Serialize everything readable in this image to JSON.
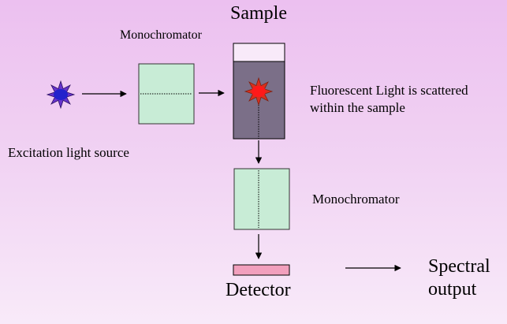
{
  "labels": {
    "sample": "Sample",
    "monochromator_top": "Monochromator",
    "fluorescence_line1": "Fluorescent Light is scattered",
    "fluorescence_line2": "within the sample",
    "excitation_source": "Excitation light source",
    "monochromator_bottom": "Monochromator",
    "detector": "Detector",
    "spectral_line1": "Spectral",
    "spectral_line2": "output"
  },
  "colors": {
    "monochromator_fill": "#c8ecd6",
    "cuvette_liquid": "#7b6f88",
    "cuvette_top": "#f8eaf9",
    "excitation_star": "#6633cc",
    "excitation_core": "#2222cc",
    "emission_star": "#d8301f",
    "emission_core": "#ff1a1a",
    "detector_fill": "#f2a0bd"
  },
  "icons": {
    "excitation": "starburst-icon",
    "emission": "starburst-icon"
  }
}
